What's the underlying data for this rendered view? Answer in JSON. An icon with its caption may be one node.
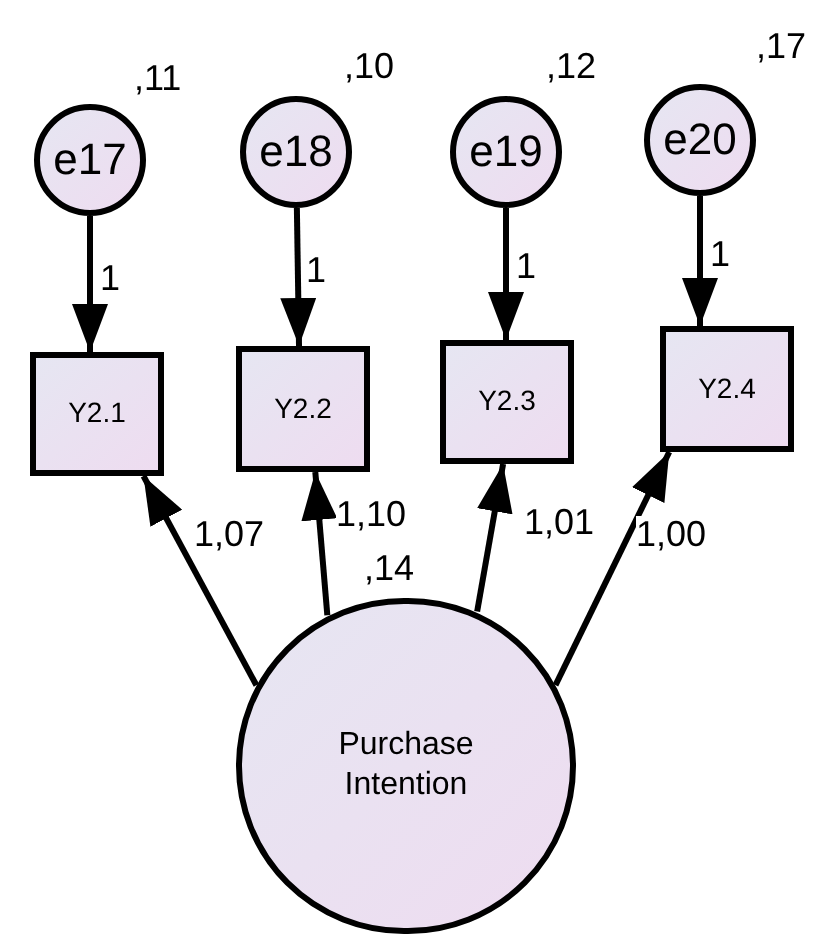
{
  "diagram": {
    "nodes": [
      {
        "text": [
          "e17"
        ],
        "beside": [
          ",11"
        ]
      },
      {
        "text": [
          "e18"
        ],
        "beside": [
          ",10"
        ]
      },
      {
        "text": [
          "e19"
        ],
        "beside": [
          ",12"
        ]
      },
      {
        "text": [
          "e20"
        ],
        "beside": [
          ",17"
        ]
      },
      {
        "text": [
          "Y2.1"
        ]
      },
      {
        "text": [
          "Y2.2"
        ]
      },
      {
        "text": [
          "Y2.3"
        ]
      },
      {
        "text": [
          "Y2.4"
        ]
      },
      {
        "text": [
          "Purchase Intention"
        ],
        "beside": [
          ",14"
        ]
      }
    ],
    "edges": [
      {
        "from": 0,
        "to": 4,
        "arrow": "to",
        "label": "1"
      },
      {
        "from": 1,
        "to": 5,
        "arrow": "to",
        "label": "1"
      },
      {
        "from": 2,
        "to": 6,
        "arrow": "to",
        "label": "1"
      },
      {
        "from": 3,
        "to": 7,
        "arrow": "to",
        "label": "1"
      },
      {
        "from": 8,
        "to": 4,
        "arrow": "to",
        "label": "1,07"
      },
      {
        "from": 8,
        "to": 5,
        "arrow": "to",
        "label": "1,10"
      },
      {
        "from": 8,
        "to": 6,
        "arrow": "to",
        "label": "1,01"
      },
      {
        "from": 8,
        "to": 7,
        "arrow": "to",
        "label": "1,00"
      }
    ]
  }
}
